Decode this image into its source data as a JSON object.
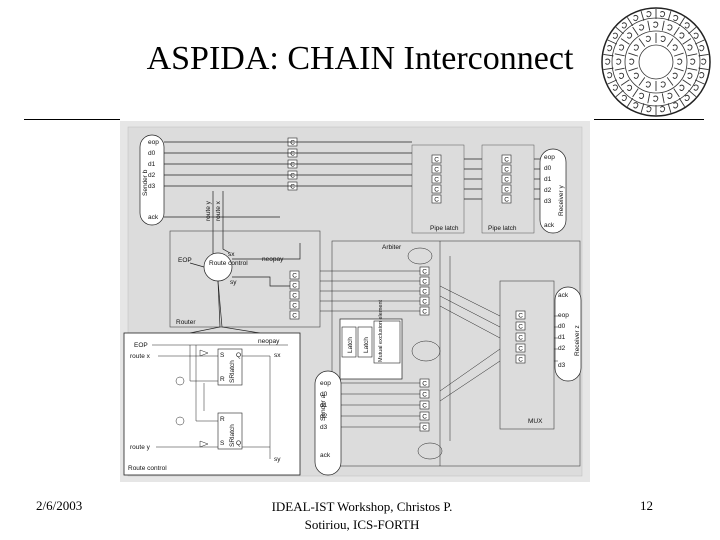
{
  "slide": {
    "title": "ASPIDA: CHAIN Interconnect",
    "date": "2/6/2003",
    "footer_center": "IDEAL-IST Workshop, Christos P. Sotiriou, ICS-FORTH",
    "page_number": "12"
  },
  "diagram": {
    "sender_b": {
      "label": "Sender b",
      "signals": [
        "eop",
        "d0",
        "d1",
        "d2",
        "d3"
      ],
      "ack": "ack",
      "route_labels": [
        "route y",
        "route x"
      ]
    },
    "receiver_y": {
      "label": "Receiver y",
      "signals": [
        "eop",
        "d0",
        "d1",
        "d2",
        "d3"
      ],
      "ack": "ack"
    },
    "pipe_latch_labels": [
      "Pipe latch",
      "Pipe latch"
    ],
    "arbiter_label": "Arbiter",
    "router": {
      "label": "Router",
      "eop": "EOP",
      "route_control": "Route control",
      "sx": "sx",
      "sy": "sy",
      "neopay": "neopay"
    },
    "mutex": {
      "latch_a": "Latch",
      "latch_b": "Latch",
      "mutual_exclusion": "Mutual exclusion element"
    },
    "receiver_z": {
      "label": "Receiver z",
      "ack": "ack",
      "signals": [
        "eop",
        "d0",
        "d1",
        "d2",
        "d3"
      ]
    },
    "mux_label": "MUX",
    "sender_a": {
      "label": "Sender a",
      "signals": [
        "eop",
        "d0",
        "d1",
        "d2",
        "d3"
      ],
      "ack": "ack"
    },
    "route_control_detail": {
      "label": "Route control",
      "eop": "EOP",
      "neopay": "neopay",
      "route_x": "route x",
      "route_y": "route y",
      "sx": "sx",
      "sy": "sy",
      "srlatch": "SRlatch"
    },
    "celement": "C",
    "latch_pins": [
      "S",
      "R",
      "Q"
    ]
  }
}
